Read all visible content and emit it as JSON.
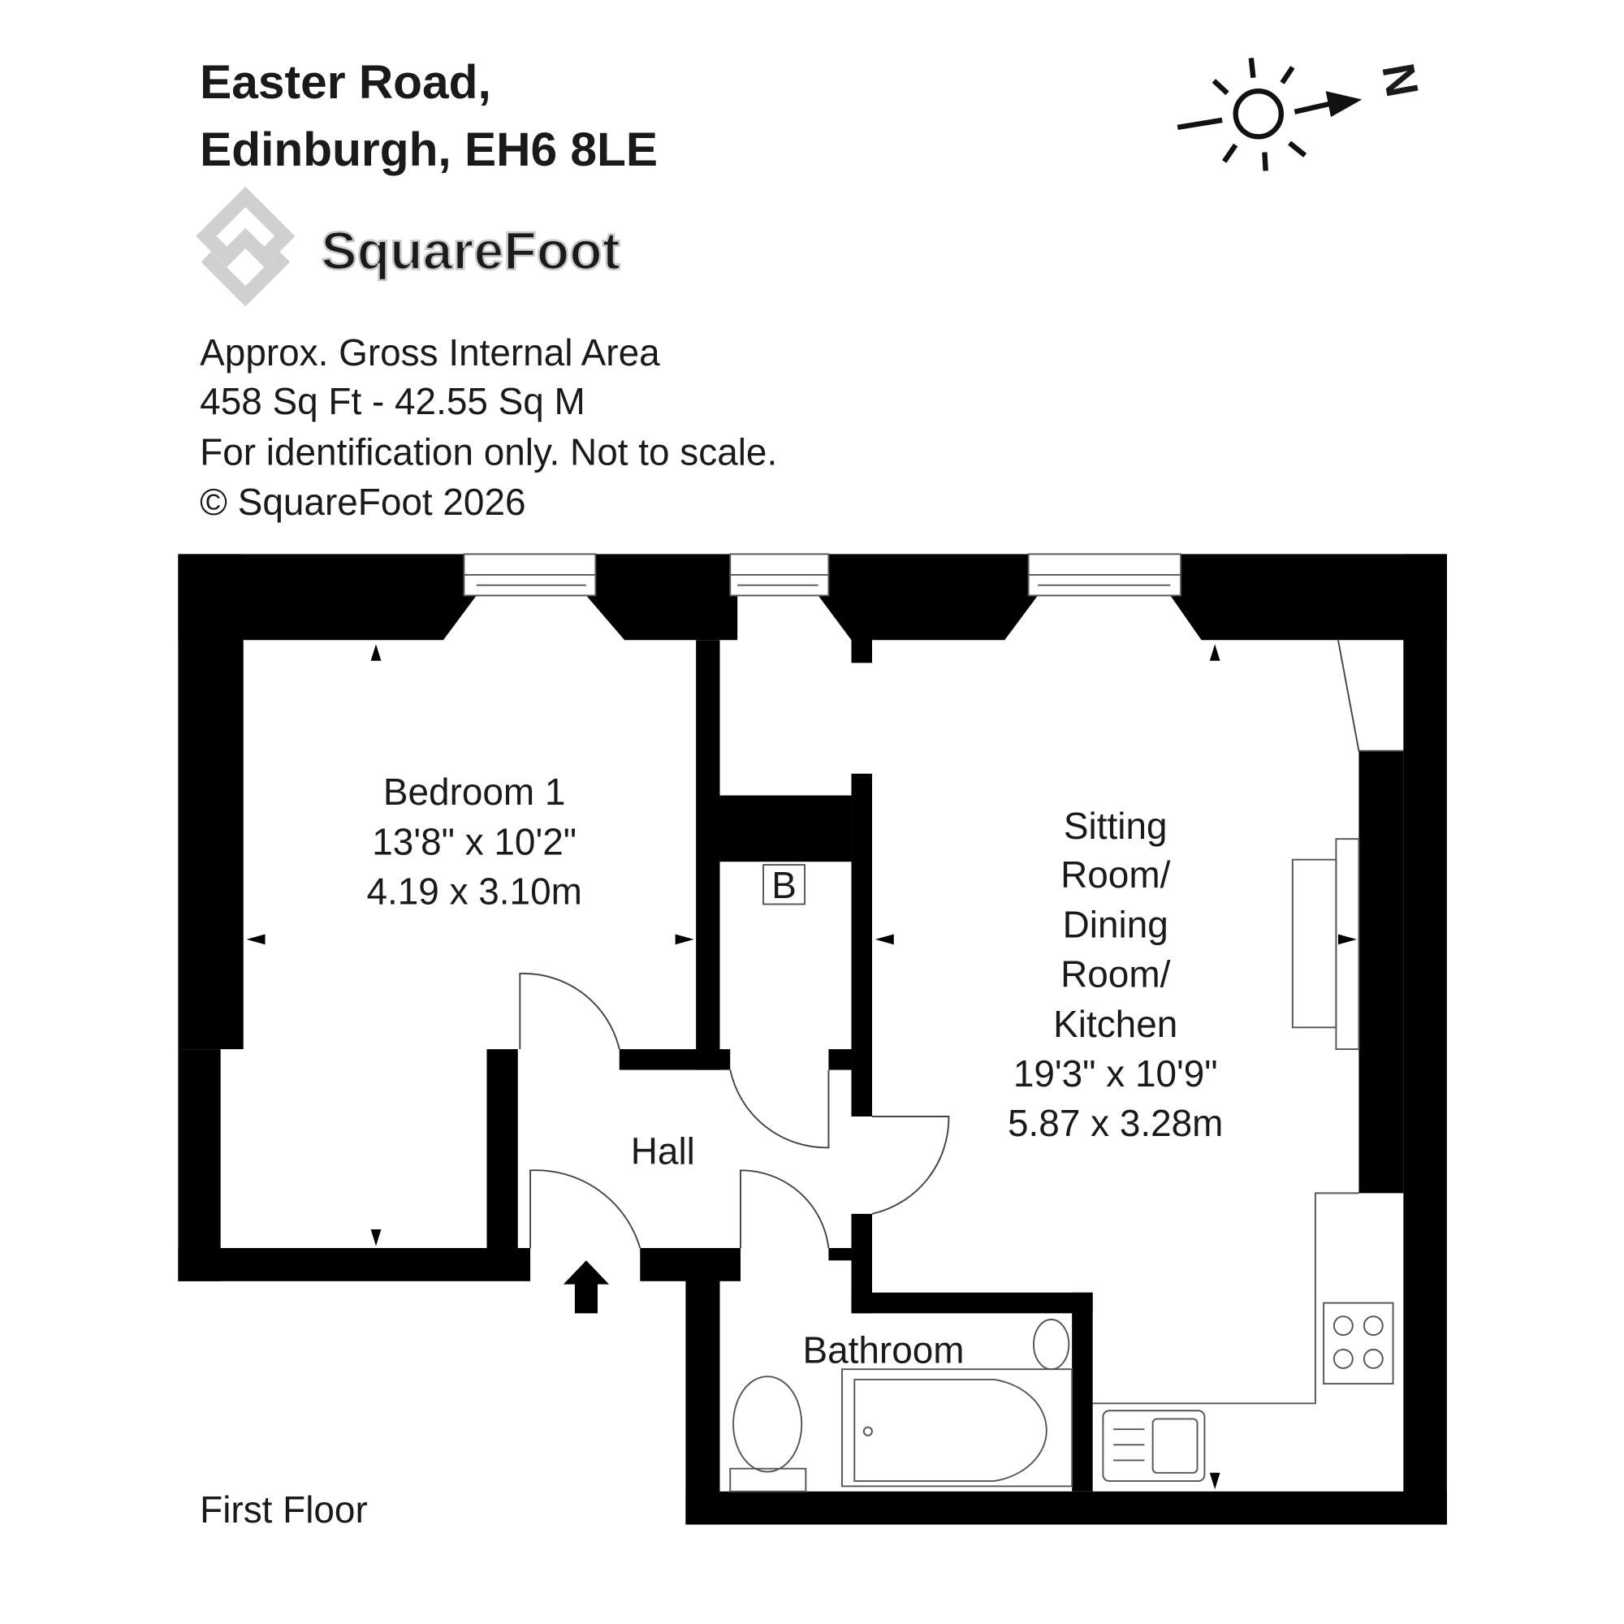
{
  "header": {
    "address_line1": "Easter Road,",
    "address_line2": "Edinburgh, EH6 8LE"
  },
  "logo": {
    "text": "SquareFoot"
  },
  "info": {
    "line1": "Approx. Gross Internal Area",
    "line2": "458 Sq Ft  -  42.55 Sq M",
    "line3": "For identification only. Not to scale.",
    "line4": "© SquareFoot 2026"
  },
  "compass": {
    "label": "N",
    "icon": "sun-north-arrow-icon"
  },
  "rooms": {
    "bedroom": {
      "name": "Bedroom 1",
      "imperial": "13'8\" x 10'2\"",
      "metric": "4.19 x 3.10m"
    },
    "sitting": {
      "l1": "Sitting",
      "l2": "Room/",
      "l3": "Dining",
      "l4": "Room/",
      "l5": "Kitchen",
      "imperial": "19'3\" x 10'9\"",
      "metric": "5.87 x 3.28m"
    },
    "hall": {
      "name": "Hall"
    },
    "bathroom": {
      "name": "Bathroom"
    },
    "boiler": {
      "name": "B"
    }
  },
  "floor_label": "First Floor",
  "colors": {
    "wall": "#000000",
    "logo": "#d4d4d4"
  }
}
